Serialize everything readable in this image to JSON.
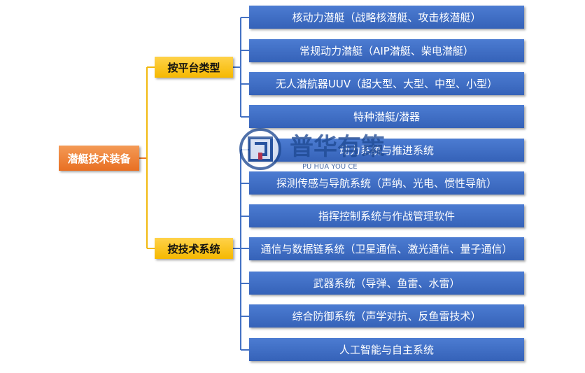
{
  "root": {
    "label": "潜艇技术装备"
  },
  "branches": [
    {
      "label": "按平台类型",
      "children": [
        "核动力潜艇（战略核潜艇、攻击核潜艇）",
        "常规动力潜艇（AIP潜艇、柴电潜艇）",
        "无人潜航器UUV（超大型、大型、中型、小型）",
        "特种潜艇/潜器"
      ]
    },
    {
      "label": "按技术系统",
      "children": [
        "动力系统与推进系统",
        "探测传感与导航系统（声纳、光电、惯性导航）",
        "指挥控制系统与作战管理软件",
        "通信与数据链系统（卫星通信、激光通信、量子通信）",
        "武器系统（导弹、鱼雷、水雷）",
        "综合防御系统（声学对抗、反鱼雷技术）",
        "人工智能与自主系统"
      ]
    }
  ],
  "watermark": {
    "cn": "普华有策",
    "en": "PU HUA YOU CE"
  },
  "colors": {
    "root": "#e8782c",
    "branch": "#f7be12",
    "leaf": "#3d6cc3",
    "connector_orange": "#e8782c",
    "connector_yellow": "#f2b90f",
    "connector_blue": "#4472c4"
  }
}
